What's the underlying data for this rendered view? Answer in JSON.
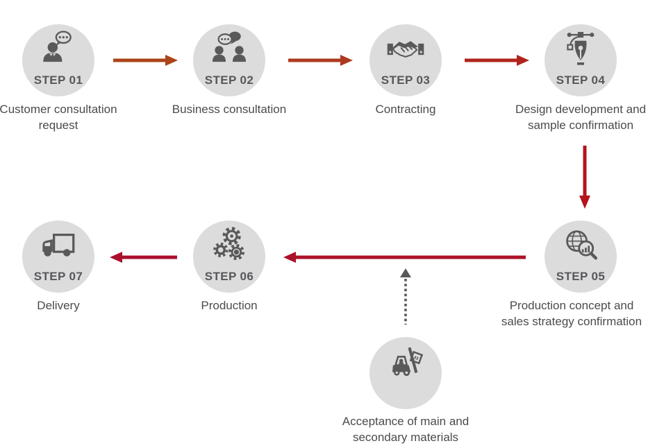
{
  "diagram": {
    "name": "7-step production process flow",
    "background": "#ffffff"
  },
  "colors": {
    "circle_bg": "#dcdcdc",
    "icon": "#595959",
    "step_text": "#56575a",
    "label_text": "#4b4b4d"
  },
  "steps": [
    {
      "step_label": "STEP 01",
      "icon": "person-consultation-icon",
      "title": "Customer consultation request",
      "title_lines": [
        "Customer consultation",
        "request"
      ]
    },
    {
      "step_label": "STEP 02",
      "icon": "business-meeting-icon",
      "title": "Business consultation",
      "title_lines": [
        "Business consultation"
      ]
    },
    {
      "step_label": "STEP 03",
      "icon": "handshake-icon",
      "title": "Contracting",
      "title_lines": [
        "Contracting"
      ]
    },
    {
      "step_label": "STEP 04",
      "icon": "pen-tool-icon",
      "title": "Design development and sample confirmation",
      "title_lines": [
        "Design development and",
        "sample confirmation"
      ]
    },
    {
      "step_label": "STEP 05",
      "icon": "globe-analysis-icon",
      "title": "Production concept and sales strategy confirmation",
      "title_lines": [
        "Production concept and",
        "sales strategy confirmation"
      ]
    },
    {
      "step_label": "STEP 06",
      "icon": "gears-icon",
      "title": "Production",
      "title_lines": [
        "Production"
      ]
    },
    {
      "step_label": "STEP 07",
      "icon": "delivery-truck-icon",
      "title": "Delivery",
      "title_lines": [
        "Delivery"
      ]
    },
    {
      "step_label": "",
      "icon": "forklift-icon",
      "title": "Acceptance of main and secondary materials",
      "title_lines": [
        "Acceptance of main and",
        "secondary materials"
      ]
    }
  ],
  "arrows": [
    {
      "name": "arrow-step1-to-step2",
      "color": "#ab4418",
      "direction": "right",
      "style": "solid"
    },
    {
      "name": "arrow-step2-to-step3",
      "color": "#ac3a20",
      "direction": "right",
      "style": "solid"
    },
    {
      "name": "arrow-step3-to-step4",
      "color": "#b0241c",
      "direction": "right",
      "style": "solid"
    },
    {
      "name": "arrow-step4-to-step5",
      "color": "#b3141c",
      "direction": "down",
      "style": "solid"
    },
    {
      "name": "arrow-step5-to-step6",
      "color": "#ab1128",
      "direction": "left",
      "style": "solid"
    },
    {
      "name": "arrow-step6-to-step7",
      "color": "#aa102e",
      "direction": "left",
      "style": "solid"
    },
    {
      "name": "arrow-materials-to-production-line",
      "color": "#595959",
      "direction": "up",
      "style": "dotted"
    }
  ]
}
